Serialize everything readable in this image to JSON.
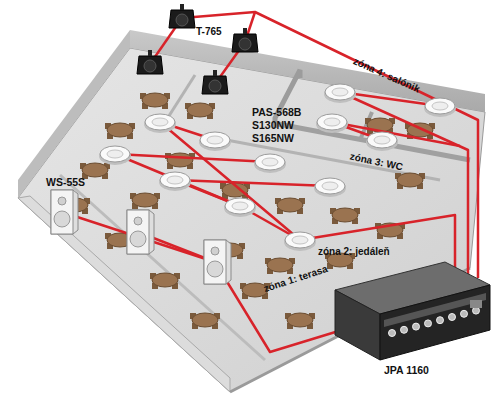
{
  "diagram": {
    "labels": [
      "T-765",
      "zóna 4: salónik",
      "PAS-568B",
      "S130NW",
      "S165NW",
      "zóna 3: WC",
      "WS-55S",
      "zóna 2: jedáleň",
      "zóna 1: terasa",
      "JPA 1160"
    ]
  }
}
